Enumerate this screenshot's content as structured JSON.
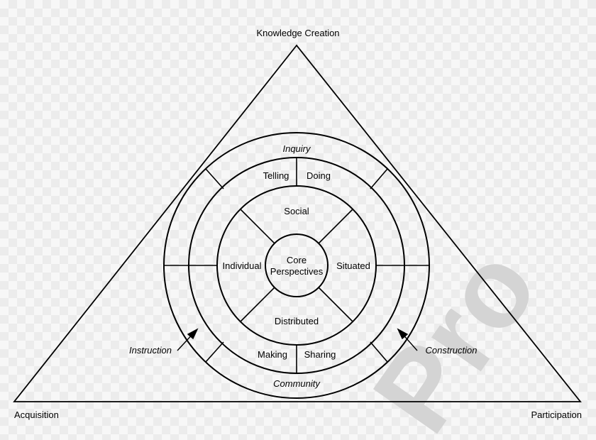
{
  "vertices": {
    "top": "Knowledge Creation",
    "left": "Acquisition",
    "right": "Participation"
  },
  "outer_ring": {
    "top": "Inquiry",
    "bottom": "Community"
  },
  "middle_ring": {
    "top_left": "Telling",
    "top_right": "Doing",
    "bottom_left": "Making",
    "bottom_right": "Sharing"
  },
  "inner_ring": {
    "top": "Social",
    "left": "Individual",
    "right": "Situated",
    "bottom": "Distributed"
  },
  "core": {
    "line1": "Core",
    "line2": "Perspectives"
  },
  "arrows": {
    "left": "Instruction",
    "right": "Construction"
  },
  "watermark": "Pro"
}
